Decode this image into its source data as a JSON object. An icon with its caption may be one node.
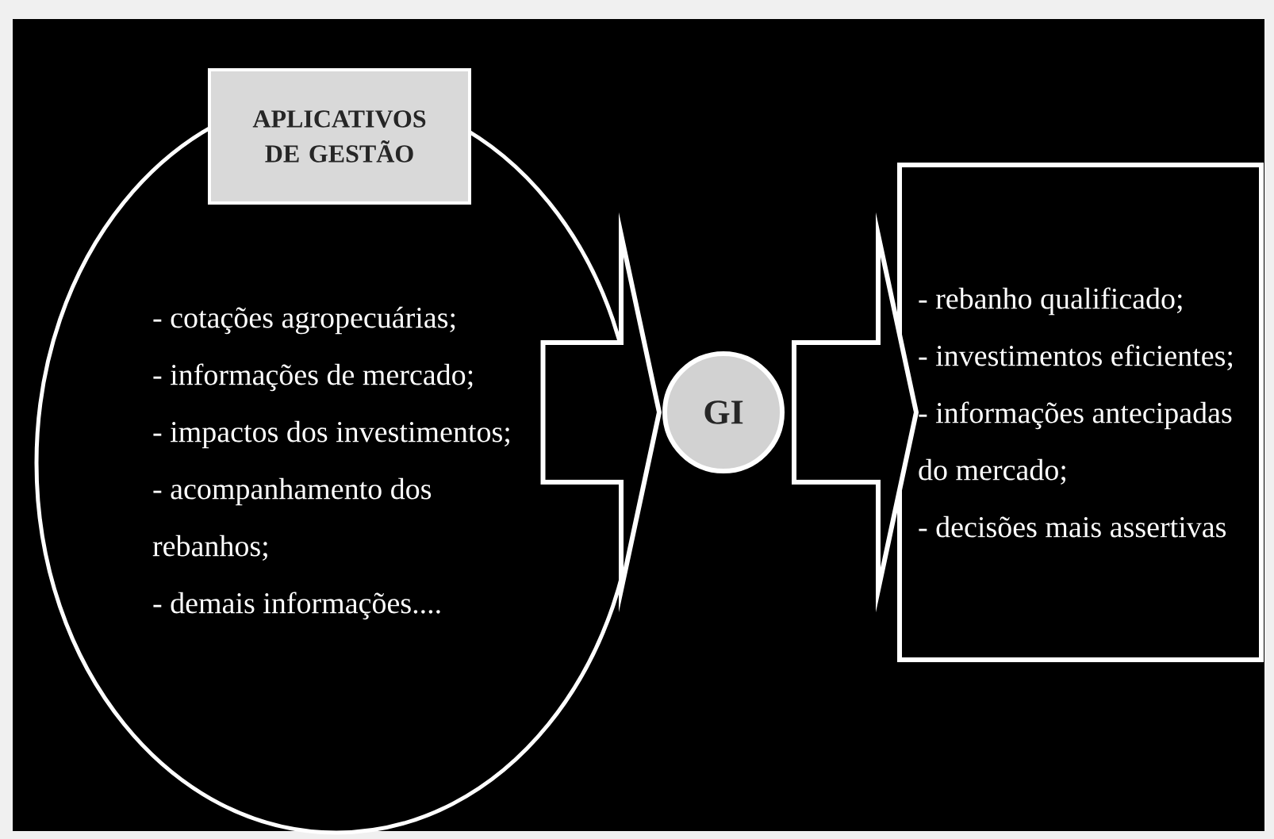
{
  "diagram": {
    "nodes": [
      {
        "text": [
          "- cotações agropecuárias;",
          "- informações de mercado;",
          "- impactos dos investimentos;",
          "- acompanhamento dos rebanhos;",
          "- demais informações...."
        ]
      },
      {
        "text": [
          "APLICATIVOS DE GESTÃO"
        ]
      },
      {
        "text": [
          "GI"
        ]
      },
      {
        "text": [
          "- rebanho qualificado;",
          "- investimentos eficientes;",
          "- informações antecipadas do mercado;",
          "- decisões mais assertivas"
        ]
      }
    ],
    "edges": [
      {
        "from": 0,
        "to": 2,
        "arrow": "to"
      },
      {
        "from": 2,
        "to": 3,
        "arrow": "to"
      }
    ]
  }
}
